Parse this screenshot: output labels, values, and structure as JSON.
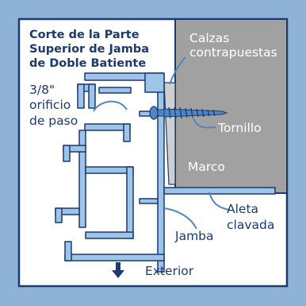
{
  "diagram": {
    "title": [
      "Corte de la Parte",
      "Superior de Jamba",
      "de Doble Batiente"
    ],
    "labels": {
      "shims": [
        "Calzas",
        "contrapuestas"
      ],
      "hole": [
        "3/8\"",
        "orificio",
        "de paso"
      ],
      "screw": "Tornillo",
      "frame": "Marco",
      "fin": [
        "Aleta",
        "clavada"
      ],
      "jamb": "Jamba",
      "exterior": "Exterior"
    },
    "colors": {
      "border": "#8fb3d6",
      "frame_fill": "#a1a1a1",
      "shim_fill": "#cfcfcf",
      "profile": "#9ec4e8",
      "outline": "#1a3a70",
      "screw": "#4f86c3",
      "text": "#1a3a70"
    },
    "icons": {
      "exterior_arrow": "down-arrow-icon",
      "screw": "screw-icon"
    }
  }
}
